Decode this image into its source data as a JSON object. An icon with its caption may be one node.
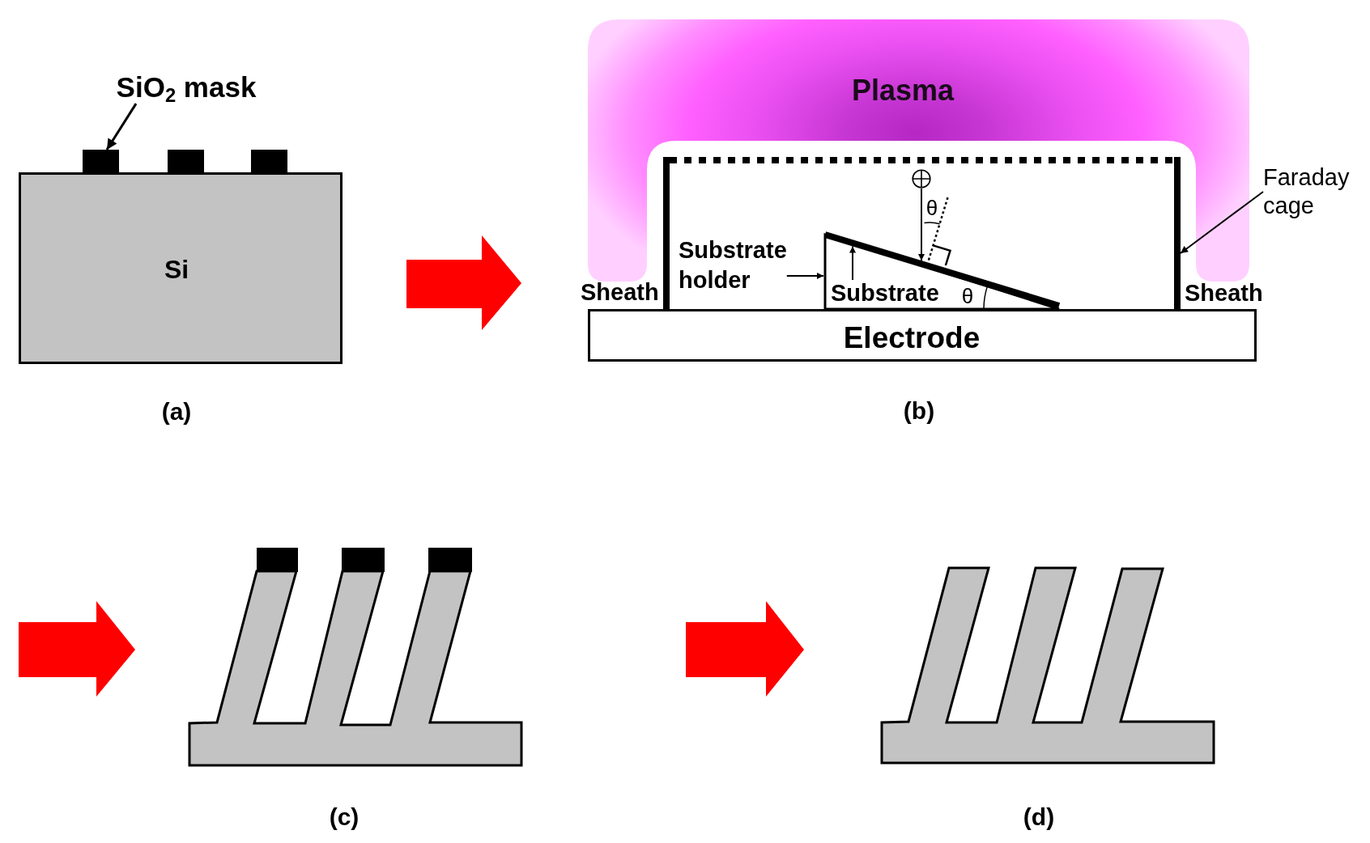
{
  "diagram": {
    "nodes": [
      {
        "text": [
          "SiO$_{2}$ mask"
        ]
      },
      {
        "text": [],
        "shape": "box"
      },
      {
        "text": [
          "Si"
        ]
      },
      {
        "text": [
          "Plasma"
        ]
      },
      {
        "text": [
          "Faraday cage"
        ]
      },
      {
        "text": [],
        "shape": "box"
      },
      {
        "text": [],
        "shape": "circle",
        "in": 5
      },
      {
        "text": [
          "Substrate holder"
        ],
        "in": 5
      },
      {
        "text": [],
        "shape": "triangle",
        "in": 5
      },
      {
        "text": [],
        "shape": "bar",
        "in": 5
      },
      {
        "text": [
          "Substrate"
        ],
        "in": 8
      },
      {
        "text": [
          "Electrode"
        ]
      },
      {
        "text": [],
        "shape": "picture"
      },
      {
        "text": [],
        "shape": "picture"
      }
    ],
    "edges": [
      {
        "from": 0,
        "to": 1,
        "arrow": "to"
      },
      {
        "from": 4,
        "to": 5,
        "arrow": "to"
      },
      {
        "from": 6,
        "to": 9,
        "arrow": "to"
      },
      {
        "from": 7,
        "to": 8,
        "arrow": "to"
      },
      {
        "from": 10,
        "to": 9,
        "arrow": "to"
      }
    ],
    "labels": [
      "θ",
      "Sheath",
      "θ",
      "Sheath",
      "(a)",
      "(b)",
      "(c)",
      "(d)"
    ]
  }
}
